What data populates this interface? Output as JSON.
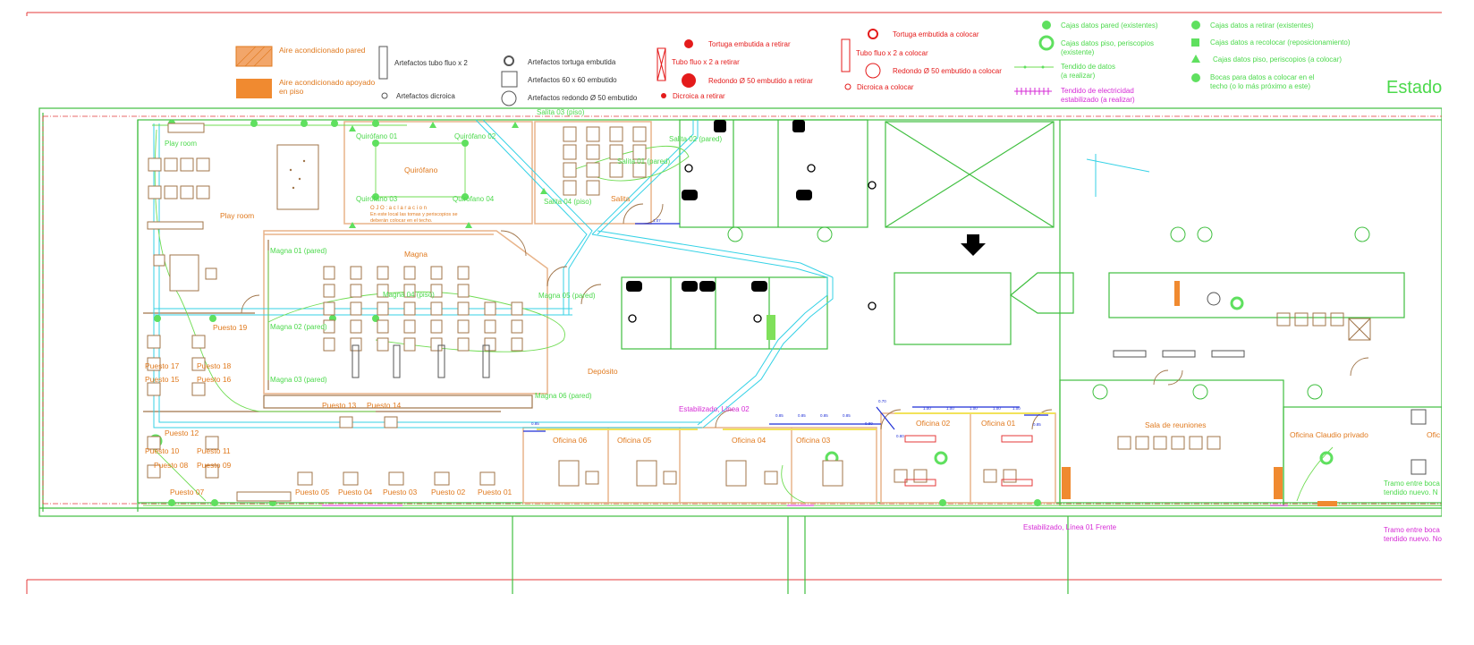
{
  "colors": {
    "legend_orange": "#e07a1f",
    "legend_green": "#4cd94c",
    "legend_red": "#e41b1b",
    "legend_magenta": "#d62bd6",
    "wall_green": "#3fbf3f",
    "wall_brown": "#a0754a",
    "duct_cyan": "#35d2e6",
    "dimension_blue": "#1f2fd6"
  },
  "legend": {
    "ac_wall": "Aire acondicionado pared",
    "ac_floor_1": "Aire acondicionado apoyado",
    "ac_floor_2": "en piso",
    "fluo_tube_x2": "Artefactos tubo fluo x 2",
    "dichroic": "Artefactos dicroica",
    "recessed_turtle": "Artefactos tortuga embutida",
    "fixture_60x60": "Artefactos 60 x 60 embutido",
    "round_50_recessed": "Artefactos redondo Ø 50 embutido",
    "turtle_remove": "Tortuga embutida a retirar",
    "fluo_remove": "Tubo fluo x 2 a retirar",
    "round_remove": "Redondo Ø 50 embutido a retirar",
    "dichroic_remove": "Dicroica a retirar",
    "turtle_place": "Tortuga embutida a colocar",
    "fluo_place": "Tubo fluo x 2 a colocar",
    "round_place": "Redondo Ø 50 embutido a colocar",
    "dichroic_place": "Dicroica a colocar",
    "data_wall_existing": "Cajas datos pared (existentes)",
    "data_floor_existing_1": "Cajas datos piso, periscopios",
    "data_floor_existing_2": "(existente)",
    "data_cabling_1": "Tendido de datos",
    "data_cabling_2": "(a realizar)",
    "stabilized_1": "Tendido de electricidad",
    "stabilized_2": "estabilizado (a realizar)",
    "data_remove": "Cajas datos a retirar (existentes)",
    "data_relocate": "Cajas datos a recolocar (reposicionamiento)",
    "data_floor_place": "Cajas datos piso, periscopios (a colocar)",
    "ceiling_boxes_1": "Bocas para datos a colocar en el",
    "ceiling_boxes_2": "techo (o lo más próximo a este)"
  },
  "header": {
    "title_partial": "Estado"
  },
  "rooms": {
    "play_room_a": "Play room",
    "play_room_b": "Play room",
    "quirofano_01": "Quirófano 01",
    "quirofano_02": "Quirófano 02",
    "quirofano_03": "Quirófano 03",
    "quirofano_04": "Quirófano 04",
    "quirofano": "Quirófano",
    "quirofano_note_title": "O J O : a c l a r a c i o n",
    "quirofano_note_1": "En este local las tomas y periscopios se",
    "quirofano_note_2": "deberán colocar en el techo.",
    "salita_03": "Salita 03 (piso)",
    "salita_04": "Salita 04 (piso)",
    "salita": "Salita",
    "salita_01": "Salita 01 (pared)",
    "salita_02": "Salita 02 (pared)",
    "magna": "Magna",
    "magna_pared_1": "Magna 01 (pared)",
    "magna_piso": "Magna 04 (piso)",
    "magna_pared_2": "Magna 02 (pared)",
    "magna_pared_3": "Magna 03 (pared)",
    "magna_pared_4": "Magna 05 (pared)",
    "magna_pared_5": "Magna 06 (pared)",
    "deposito": "Depósito",
    "puesto_19": "Puesto 19",
    "puesto_17": "Puesto 17",
    "puesto_18": "Puesto 18",
    "puesto_15": "Puesto 15",
    "puesto_16": "Puesto 16",
    "puesto_13": "Puesto 13",
    "puesto_14": "Puesto 14",
    "puesto_12": "Puesto 12",
    "puesto_10": "Puesto 10",
    "puesto_11": "Puesto 11",
    "puesto_08": "Puesto 08",
    "puesto_09": "Puesto 09",
    "puesto_07": "Puesto 07",
    "puesto_05": "Puesto 05",
    "puesto_04": "Puesto 04",
    "puesto_03": "Puesto 03",
    "puesto_02": "Puesto 02",
    "puesto_01": "Puesto 01",
    "oficina_06": "Oficina 06",
    "oficina_05": "Oficina 05",
    "oficina_04": "Oficina 04",
    "oficina_03": "Oficina 03",
    "oficina_02": "Oficina 02",
    "oficina_01": "Oficina 01",
    "sala_reuniones": "Sala de reuniones",
    "oficina_claudio": "Oficina Claudio privado",
    "oficina_cut": "Ofic"
  },
  "annotations": {
    "estabilizado_02": "Estabilizado, Línea 02",
    "estabilizado_01": "Estabilizado, Línea 01 Frente",
    "tramo_green_1": "Tramo entre boca",
    "tramo_green_2": "tendido nuevo. N",
    "tramo_mag_1": "Tramo entre boca",
    "tramo_mag_2": "tendido nuevo. No"
  },
  "dimensions": [
    "1.07",
    "0.85",
    "0.85",
    "0.85",
    "0.85",
    "0.85",
    "0.80",
    "0.70",
    "1.00",
    "1.00",
    "1.00",
    "1.00",
    "1.00",
    "0.80",
    "0.85",
    "0.80"
  ]
}
